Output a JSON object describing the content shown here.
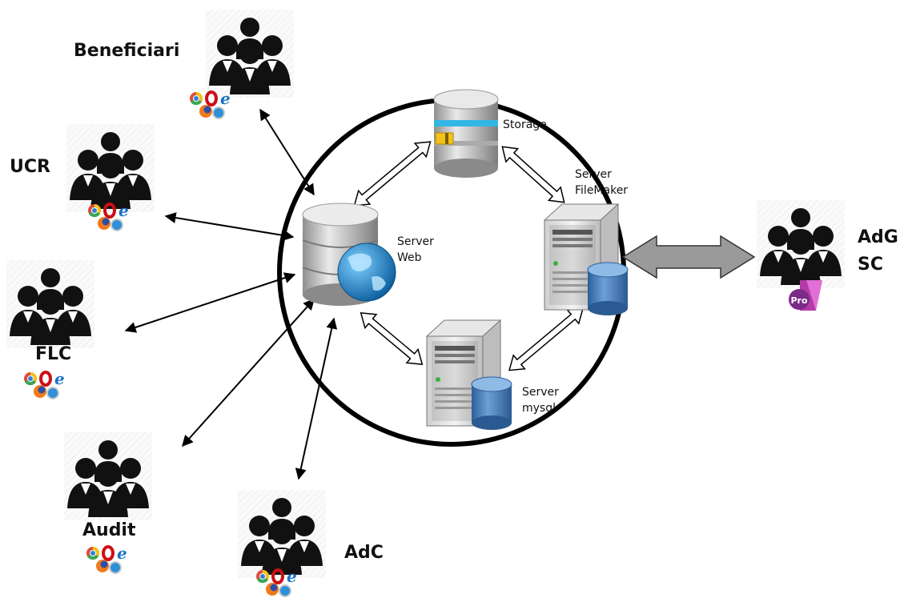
{
  "actors": {
    "beneficiari": "Beneficiari",
    "ucr": "UCR",
    "flc": "FLC",
    "audit": "Audit",
    "adc": "AdC",
    "adg_line1": "AdG",
    "adg_line2": "SC"
  },
  "servers": {
    "storage": "Storage",
    "web_line1": "Server",
    "web_line2": "Web",
    "filemaker_line1": "Server",
    "filemaker_line2": "FileMaker",
    "mysql_line1": "Server",
    "mysql_line2": "mysql"
  },
  "badges": {
    "filemaker_pro": "Pro"
  },
  "colors": {
    "people": "#111111",
    "globe": "#1e88c9",
    "database": "#3f78b5",
    "double_arrow": "#9a9a9a",
    "chrome": "#e04b3a",
    "opera": "#cc0f16",
    "ie": "#1a73c6",
    "firefox": "#f07a1a",
    "safari": "#2f8fd9"
  }
}
